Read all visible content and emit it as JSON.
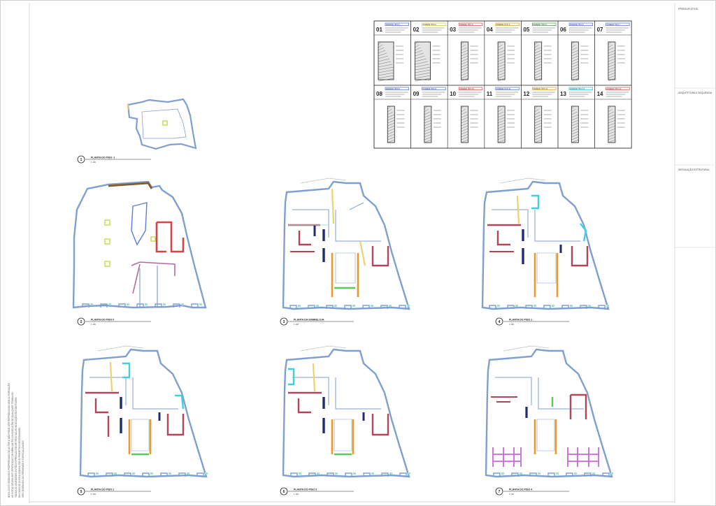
{
  "sheet": {
    "side_notes": [
      "NOTA: ESTE DESENHO É PROPRIEDADE DO AUTOR E NÃO PODE SER REPRODUZIDO SEM AUTORIZAÇÃO",
      "AS COTAS DEVEM SER VERIFICADAS EM OBRA ANTES DA EXECUÇÃO DE QUALQUER TRABALHO",
      "TODAS AS DIMENSÕES ESTÃO EXPRESSAS EM METROS SALVO INDICAÇÃO EM CONTRÁRIO",
      "EM CASO DE DÚVIDA CONSULTAR O PROJETISTA RESPONSÁVEL",
      "VER DESENHOS DE PORMENOR E ESPECIALIDADES"
    ],
    "right_panel": {
      "top_label": "PRESSUPOSTOS",
      "mid_label": "ARQUITETURA E SEQUÊNCIA",
      "low_label": "INSTALAÇÃO ESTRUTURAL"
    }
  },
  "legend": {
    "cells": [
      {
        "num": "01",
        "title": "PAREDE TIPO 1",
        "color": "#5b7fd6"
      },
      {
        "num": "02",
        "title": "PAREDE TIPO 2",
        "color": "#d6c94a"
      },
      {
        "num": "03",
        "title": "PAREDE TIPO 3",
        "color": "#d95b5b"
      },
      {
        "num": "04",
        "title": "PAREDE TIPO 4",
        "color": "#e0a030"
      },
      {
        "num": "05",
        "title": "PAREDE TIPO 5",
        "color": "#5aa85a"
      },
      {
        "num": "06",
        "title": "PAREDE TIPO 6",
        "color": "#5b7fd6"
      },
      {
        "num": "07",
        "title": "PAREDE TIPO 7",
        "color": "#5b7fd6"
      },
      {
        "num": "08",
        "title": "PAREDE TIPO 8",
        "color": "#5b7fd6"
      },
      {
        "num": "09",
        "title": "PAREDE TIPO 9",
        "color": "#5b7fd6"
      },
      {
        "num": "10",
        "title": "PAREDE TIPO 10",
        "color": "#d95b5b"
      },
      {
        "num": "11",
        "title": "PAREDE TIPO 11",
        "color": "#5b7fd6"
      },
      {
        "num": "12",
        "title": "PAREDE TIPO 12",
        "color": "#e0a030"
      },
      {
        "num": "13",
        "title": "PAREDE TIPO 13",
        "color": "#3fc3d0"
      },
      {
        "num": "14",
        "title": "PAREDE TIPO 14",
        "color": "#d95b5b"
      }
    ]
  },
  "plans": [
    {
      "num": "1",
      "title": "PLANTA DO PISO -1",
      "scale": "1:100"
    },
    {
      "num": "2",
      "title": "PLANTA DO PISO 0",
      "scale": "1:100"
    },
    {
      "num": "3",
      "title": "PLANTA DA SOBRELOJA",
      "scale": "1:100"
    },
    {
      "num": "4",
      "title": "PLANTA DO PISO 1",
      "scale": "1:100"
    },
    {
      "num": "5",
      "title": "PLANTA DO PISO 2",
      "scale": "1:100"
    },
    {
      "num": "6",
      "title": "PLANTA DO PISO 3",
      "scale": "1:100"
    },
    {
      "num": "7",
      "title": "PLANTA DO PISO 4",
      "scale": "1:100"
    }
  ],
  "colors": {
    "outline": "#7f9fd0",
    "wall_red": "#b0455a",
    "wall_yellow": "#f0d070",
    "wall_orange": "#e89a2a",
    "wall_cyan": "#3fd0e0",
    "wall_navy": "#1f2d6e",
    "wall_green": "#5ac85a",
    "wall_brown": "#8b5a2b",
    "wall_purple": "#cc66dd",
    "fill_green": "#d6e85a",
    "fill_mint": "#9fe0d0"
  }
}
